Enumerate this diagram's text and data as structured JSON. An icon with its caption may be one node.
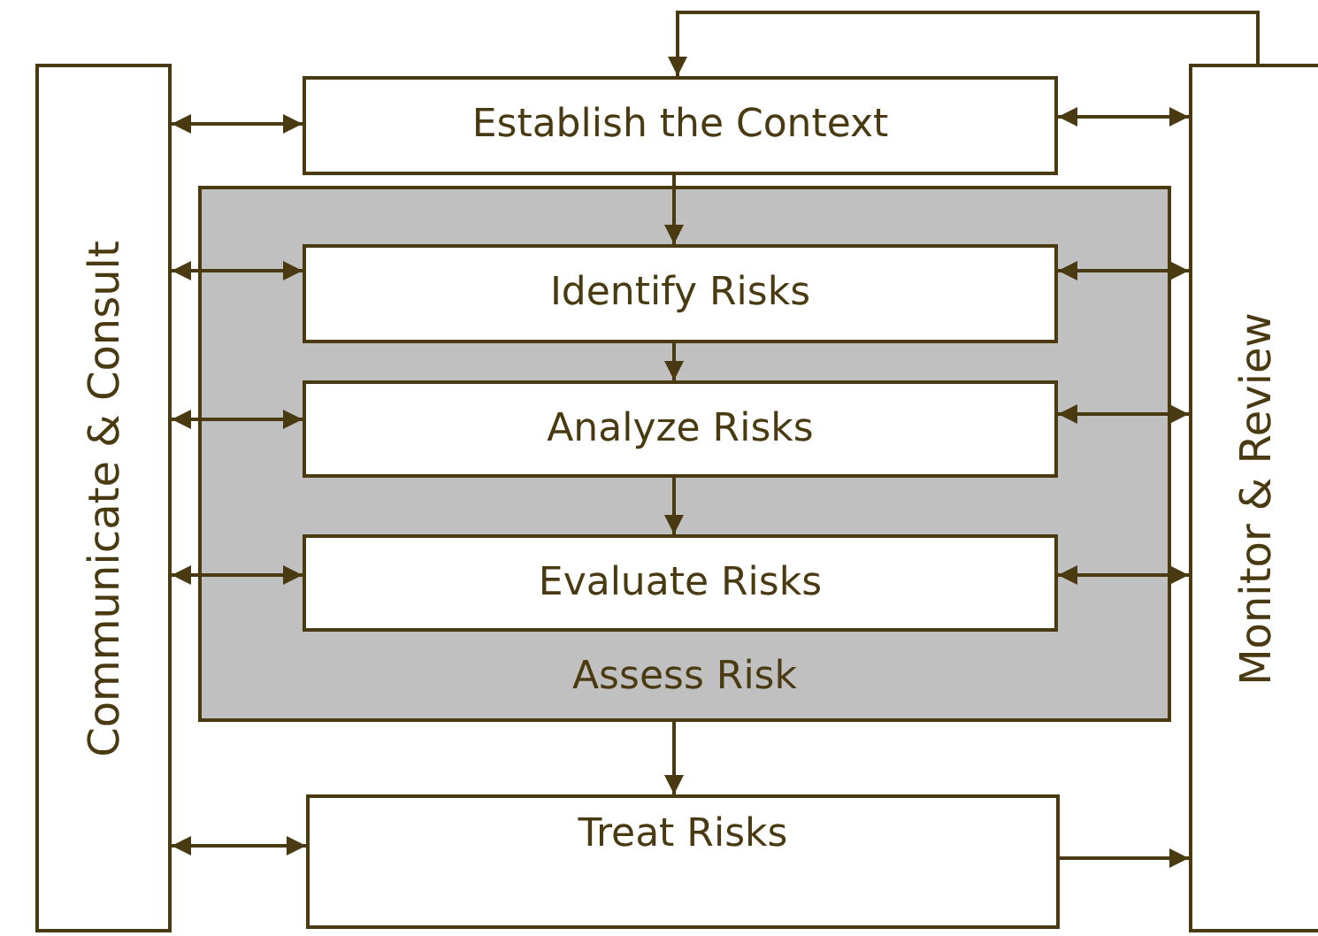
{
  "diagram": {
    "nodes": [
      {
        "text": [
          "Communicate & Consult"
        ]
      },
      {
        "text": [
          "Establish the Context"
        ]
      },
      {
        "text": [
          "Assess Risk"
        ]
      },
      {
        "text": [
          "Identify Risks"
        ],
        "in": 2
      },
      {
        "text": [
          "Analyze Risks"
        ],
        "in": 2
      },
      {
        "text": [
          "Evaluate Risks"
        ],
        "in": 2
      },
      {
        "text": [
          "Treat Risks"
        ]
      },
      {
        "text": [
          "Monitor & Review"
        ]
      }
    ],
    "edges": [
      {
        "from": 0,
        "to": 1,
        "arrow": "both"
      },
      {
        "from": 0,
        "to": 3,
        "arrow": "both"
      },
      {
        "from": 0,
        "to": 4,
        "arrow": "both"
      },
      {
        "from": 0,
        "to": 5,
        "arrow": "both"
      },
      {
        "from": 0,
        "to": 6,
        "arrow": "both"
      },
      {
        "from": 1,
        "to": 7,
        "arrow": "both"
      },
      {
        "from": 3,
        "to": 7,
        "arrow": "both"
      },
      {
        "from": 4,
        "to": 7,
        "arrow": "both"
      },
      {
        "from": 5,
        "to": 7,
        "arrow": "both"
      },
      {
        "from": 6,
        "to": 7,
        "arrow": "to"
      },
      {
        "from": 7,
        "to": 1,
        "arrow": "to"
      },
      {
        "from": 1,
        "to": 3,
        "arrow": "to"
      },
      {
        "from": 3,
        "to": 4,
        "arrow": "to"
      },
      {
        "from": 4,
        "to": 5,
        "arrow": "to"
      },
      {
        "from": 2,
        "to": 6,
        "arrow": "to"
      }
    ]
  }
}
